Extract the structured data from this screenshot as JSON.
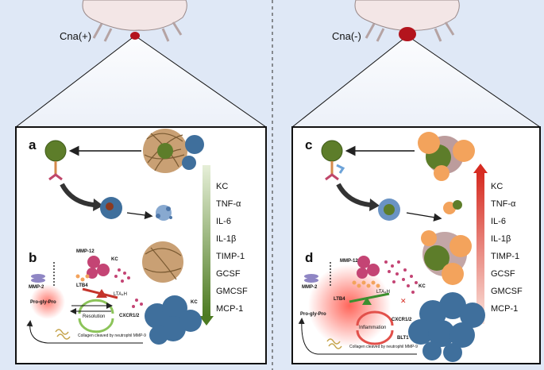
{
  "mouse_labels": {
    "left": "Cna(+)",
    "right": "Cna(-)"
  },
  "panel_letters": {
    "a": "a",
    "b": "b",
    "c": "c",
    "d": "d"
  },
  "cytokines": [
    "KC",
    "TNF-α",
    "IL-6",
    "IL-1β",
    "TIMP-1",
    "GCSF",
    "GMCSF",
    "MCP-1"
  ],
  "left_panel_b": {
    "mmp12": "MMP-12",
    "kc": "KC",
    "ltb4": "LTB4",
    "lta4h": "LTA₄H",
    "mmp2": "MMP-2",
    "pgp": "Pro-gly-Pro",
    "cycle": "Resolution",
    "receptor": "CXCR1/2",
    "kc2": "KC",
    "collagen": "Collagen cleaved by neutrophil MMP-9"
  },
  "right_panel_d": {
    "mmp12": "MMP-12",
    "kc": "KC",
    "ltb4": "LTB4",
    "lta4h": "LTA₄H",
    "mmp2": "MMP-2",
    "pgp": "Pro-gly-Pro",
    "cycle": "Inflammation",
    "receptor": "CXCR1/2",
    "receptor2": "BLT1",
    "collagen": "Collagen cleaved by neutrophil MMP-9"
  },
  "colors": {
    "background": "#dfe8f6",
    "panel": "#ffffff",
    "green_arrow": "#5a8a2a",
    "red_arrow": "#d9382b",
    "neutrophil": "#3f6f9c",
    "bacteria": "#5d7d2a",
    "fibrin": "#9c7a4a",
    "orange": "#f3a35c"
  }
}
